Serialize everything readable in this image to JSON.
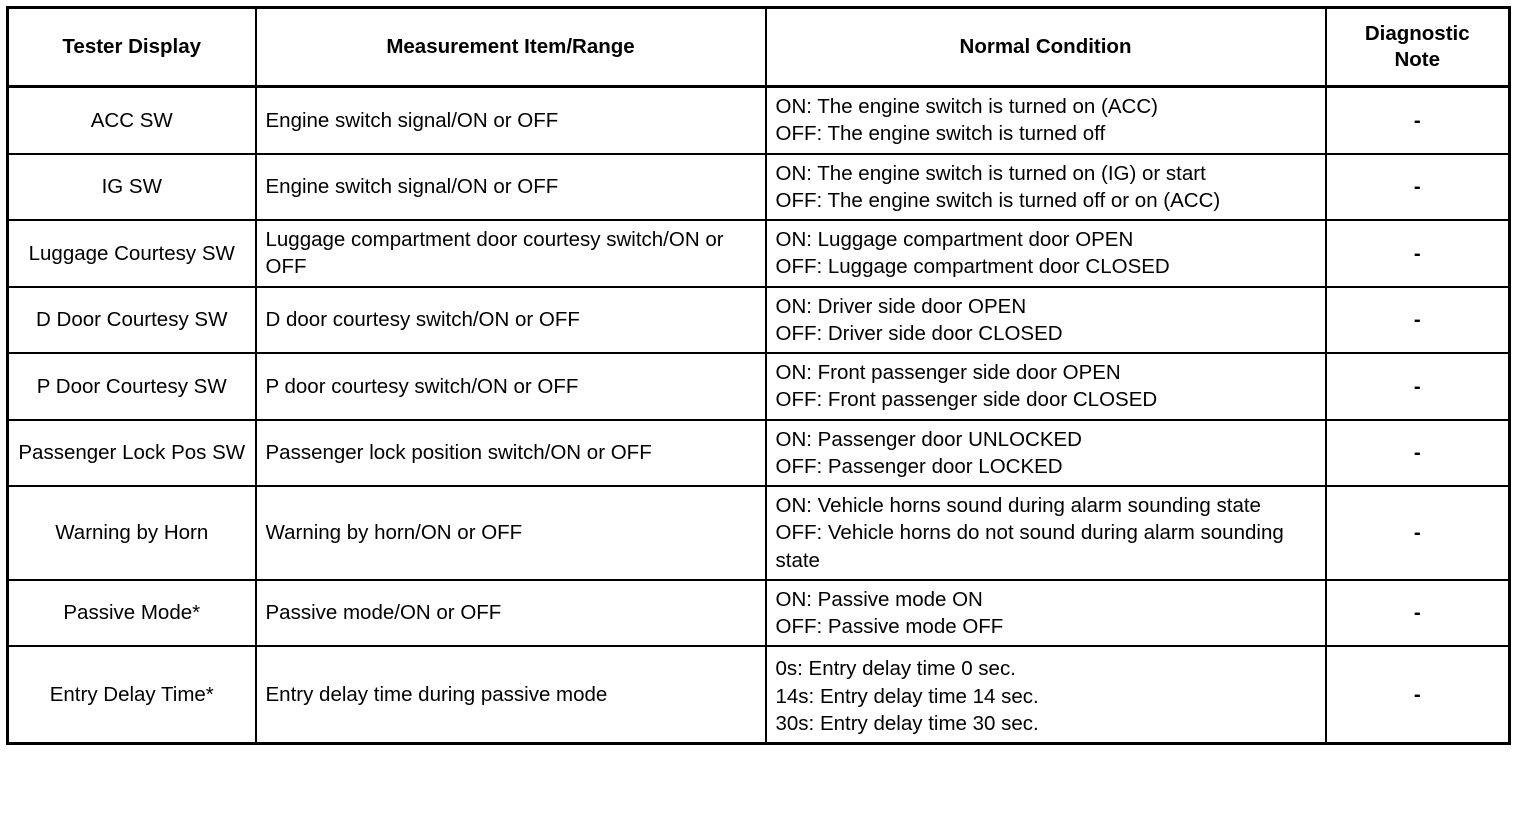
{
  "table": {
    "headers": [
      "Tester Display",
      "Measurement Item/Range",
      "Normal Condition",
      "Diagnostic\nNote"
    ],
    "header_note_line1": "Diagnostic",
    "header_note_line2": "Note",
    "rows": [
      {
        "display": "ACC SW",
        "measurement": "Engine switch signal/ON or OFF",
        "condition_lines": [
          "ON: The engine switch is turned on (ACC)",
          "OFF: The engine switch is turned off"
        ],
        "note": "-"
      },
      {
        "display": "IG SW",
        "measurement": "Engine switch signal/ON or OFF",
        "condition_lines": [
          "ON: The engine switch is turned on (IG) or start",
          "OFF: The engine switch is turned off or on (ACC)"
        ],
        "note": "-"
      },
      {
        "display": "Luggage Courtesy SW",
        "measurement": "Luggage compartment door courtesy switch/ON or OFF",
        "condition_lines": [
          "ON: Luggage compartment door OPEN",
          "OFF: Luggage compartment door CLOSED"
        ],
        "note": "-"
      },
      {
        "display": "D Door Courtesy SW",
        "measurement": "D door courtesy switch/ON or OFF",
        "condition_lines": [
          "ON: Driver side door OPEN",
          "OFF: Driver side door CLOSED"
        ],
        "note": "-"
      },
      {
        "display": "P Door Courtesy SW",
        "measurement": "P door courtesy switch/ON or OFF",
        "condition_lines": [
          "ON: Front passenger side door OPEN",
          "OFF: Front passenger side door CLOSED"
        ],
        "note": "-"
      },
      {
        "display": "Passenger Lock Pos SW",
        "measurement": "Passenger lock position switch/ON or OFF",
        "condition_lines": [
          "ON: Passenger door UNLOCKED",
          "OFF: Passenger door LOCKED"
        ],
        "note": "-"
      },
      {
        "display": "Warning by Horn",
        "measurement": "Warning by horn/ON or OFF",
        "condition_lines": [
          "ON: Vehicle horns sound during alarm sounding state",
          "OFF: Vehicle horns do not sound during alarm sounding state"
        ],
        "note": "-"
      },
      {
        "display": "Passive Mode*",
        "measurement": "Passive mode/ON or OFF",
        "condition_lines": [
          "ON: Passive mode ON",
          "OFF: Passive mode OFF"
        ],
        "note": "-"
      },
      {
        "display": "Entry Delay Time*",
        "measurement": "Entry delay time during passive mode",
        "condition_lines": [
          "0s: Entry delay time 0 sec.",
          "14s: Entry delay time 14 sec.",
          "30s: Entry delay time 30 sec."
        ],
        "note": "-"
      }
    ]
  },
  "style": {
    "border_color": "#000000",
    "text_color": "#000000",
    "background": "#ffffff"
  }
}
